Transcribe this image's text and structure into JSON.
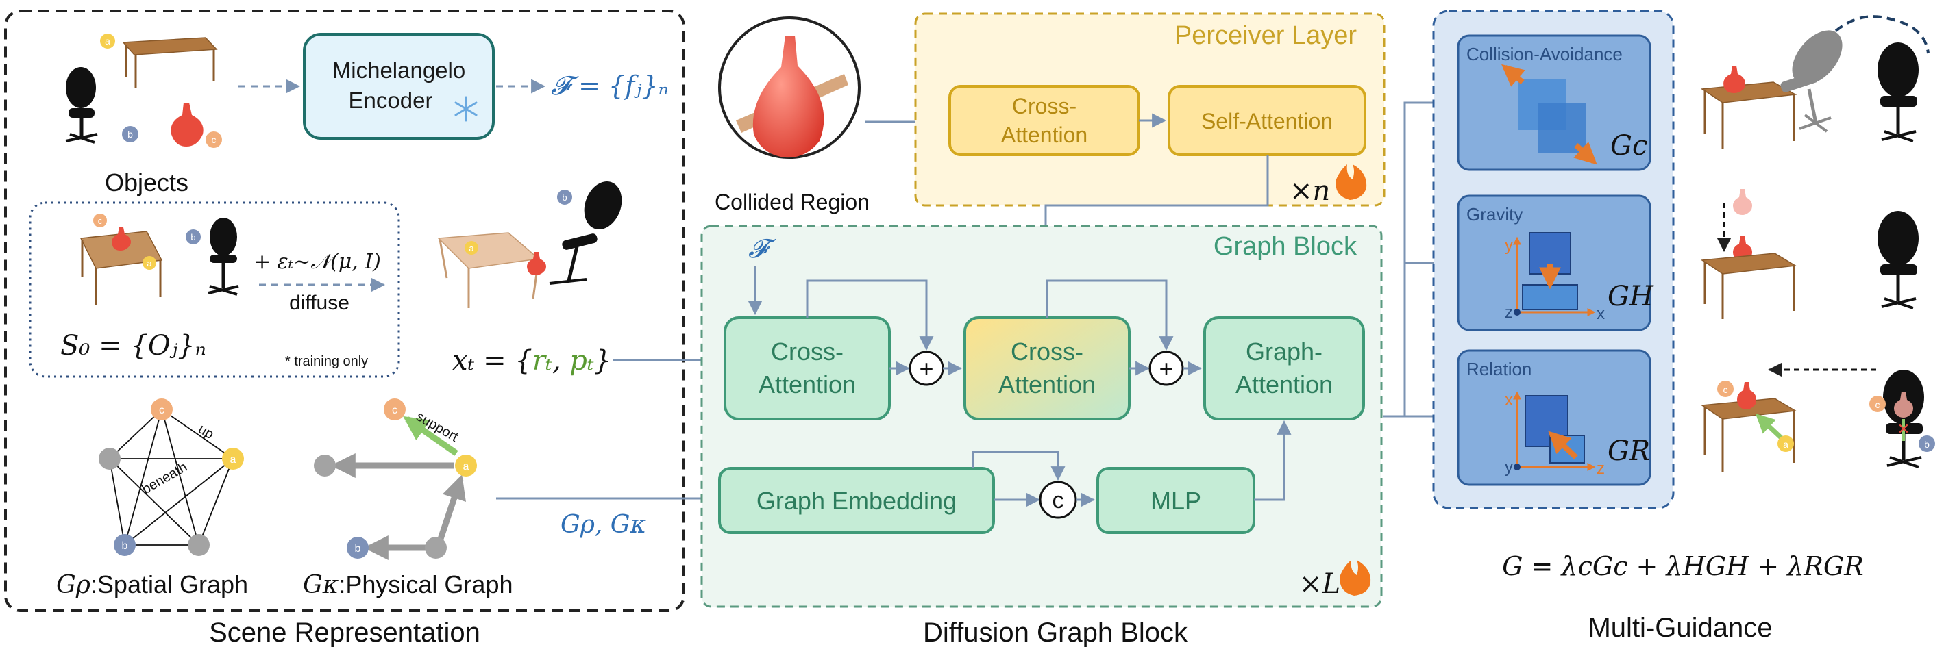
{
  "panels": {
    "scene": {
      "caption": "Scene Representation"
    },
    "diffusion": {
      "caption": "Diffusion Graph Block"
    },
    "guidance": {
      "caption": "Multi-Guidance"
    }
  },
  "scene": {
    "objects_label": "Objects",
    "object_a": "a",
    "object_b": "b",
    "object_c": "c",
    "encoder_line1": "Michelangelo",
    "encoder_line2": "Encoder",
    "features_formula": "𝓕 = {fⱼ}ₙ",
    "noise_formula": "+ εₜ~𝒩(μ, I)",
    "diffuse_label": "diffuse",
    "s0_formula": "S₀ = {Oⱼ}ₙ",
    "training_note": "* training only",
    "xt_prefix": "xₜ = {",
    "xt_r": "rₜ",
    "xt_sep": ", ",
    "xt_p": "pₜ",
    "xt_suffix": "}",
    "spatial_up": "up",
    "spatial_beneath": "beneath",
    "spatial_symbol": "Gρ",
    "spatial_name": ":Spatial Graph",
    "physical_support": "support",
    "physical_symbol": "Gκ",
    "physical_name": ":Physical Graph",
    "graphs_formula": "Gρ, Gκ"
  },
  "diffusion": {
    "collided_label": "Collided Region",
    "perceiver_title": "Perceiver Layer",
    "perceiver_cross_1": "Cross-",
    "perceiver_cross_2": "Attention",
    "perceiver_self": "Self-Attention",
    "perceiver_repeat": "×n",
    "graph_block_title": "Graph Block",
    "f_symbol": "𝓕",
    "cross1_1": "Cross-",
    "cross1_2": "Attention",
    "cross2_1": "Cross-",
    "cross2_2": "Attention",
    "graph_att_1": "Graph-",
    "graph_att_2": "Attention",
    "plus": "+",
    "concat": "c",
    "graph_embedding": "Graph Embedding",
    "mlp": "MLP",
    "block_repeat": "×L"
  },
  "guidance": {
    "collision_title": "Collision-Avoidance",
    "collision_symbol": "Gc",
    "gravity_title": "Gravity",
    "gravity_symbol": "GH",
    "relation_title": "Relation",
    "relation_symbol": "GR",
    "axis_x": "x",
    "axis_y": "y",
    "axis_z": "z",
    "formula": "G = λcGc + λHGH + λRGR"
  },
  "colors": {
    "scene_border": "#222222",
    "perceiver_border": "#c9a227",
    "perceiver_fill": "#fff6dc",
    "graph_block_border": "#5a9a80",
    "graph_block_fill": "#edf6f1",
    "green_box": "#c5ecd6",
    "green_border": "#3f9a78",
    "yellow_box": "#ffe6a0",
    "guidance_border": "#2f5e9a",
    "guidance_fill": "#dbe7f5",
    "guidance_card": "#86aedd",
    "blue_text": "#2f6fb5",
    "orange": "#e57a2c",
    "node_orange": "#f2ae7a",
    "node_yellow": "#f6cf4e",
    "node_blue": "#7d91b8",
    "node_gray": "#a3a3a3",
    "table_wood": "#b0773f",
    "vase_red": "#e84b3c"
  }
}
